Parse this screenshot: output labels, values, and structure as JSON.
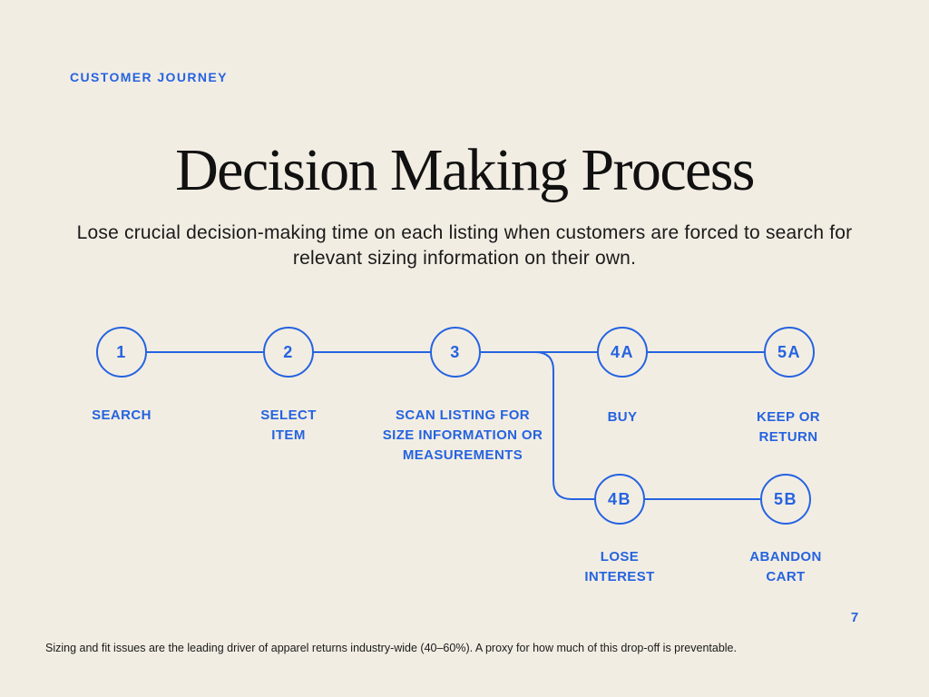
{
  "header": {
    "eyebrow": "CUSTOMER JOURNEY",
    "title": "Decision Making Process",
    "subtitle": "Lose crucial decision-making time on each listing when customers are forced to search for relevant sizing information on their own."
  },
  "steps": [
    {
      "id": "1",
      "label": "SEARCH"
    },
    {
      "id": "2",
      "label": "SELECT ITEM"
    },
    {
      "id": "3",
      "label": "SCAN LISTING FOR SIZE INFORMATION OR MEASUREMENTS"
    },
    {
      "id": "4A",
      "label": "BUY"
    },
    {
      "id": "5A",
      "label": "KEEP OR RETURN"
    },
    {
      "id": "4B",
      "label": "LOSE INTEREST"
    },
    {
      "id": "5B",
      "label": "ABANDON CART"
    }
  ],
  "connections": [
    {
      "from": "1",
      "to": "2"
    },
    {
      "from": "2",
      "to": "3"
    },
    {
      "from": "3",
      "to": "4A"
    },
    {
      "from": "4A",
      "to": "5A"
    },
    {
      "from": "3",
      "to": "4B"
    },
    {
      "from": "4B",
      "to": "5B"
    }
  ],
  "footer": {
    "page_number": "7",
    "note": "Sizing and fit issues are the leading driver of apparel returns industry-wide (40–60%). A proxy for how much of this drop-off is preventable."
  },
  "colors": {
    "accent": "#2563e0",
    "background": "#f2ede3",
    "text": "#151515"
  }
}
